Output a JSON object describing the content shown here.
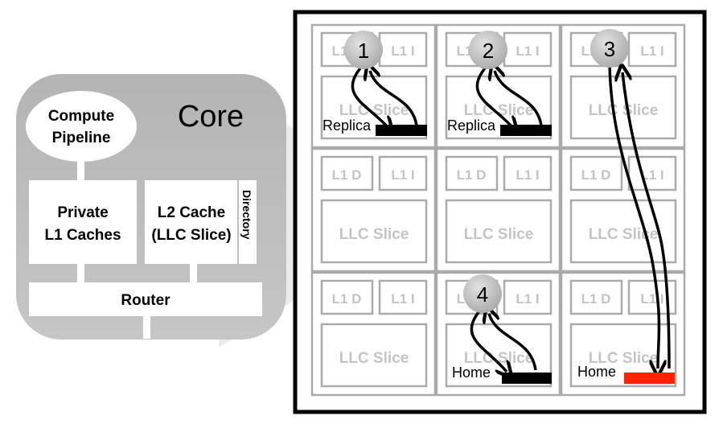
{
  "core": {
    "title": "Core",
    "compute": [
      "Compute",
      "Pipeline"
    ],
    "l1": [
      "Private",
      "L1 Caches"
    ],
    "l2": [
      "L2 Cache",
      "(LLC Slice)"
    ],
    "directory": "Directory",
    "router": "Router"
  },
  "tile_labels": {
    "l1d": "L1 D",
    "l1i": "L1 I",
    "llc": "LLC Slice"
  },
  "tile_rows": 3,
  "tile_cols": 3,
  "steps": [
    {
      "number": "1",
      "label": "Replica",
      "block_color": "#000000"
    },
    {
      "number": "2",
      "label": "Replica",
      "block_color": "#000000"
    },
    {
      "number": "3",
      "label": "Home",
      "block_color": "#ff2200"
    },
    {
      "number": "4",
      "label": "Home",
      "block_color": "#000000"
    }
  ],
  "colors": {
    "core_bg": "#a8a8a8",
    "core_bg_gradient_end": "#cbcbcb",
    "tile_border": "#aaaaaa",
    "tile_text": "#c4c4c4",
    "badge_fill": "#c8c8c8",
    "highlight_red": "#ff2200"
  }
}
